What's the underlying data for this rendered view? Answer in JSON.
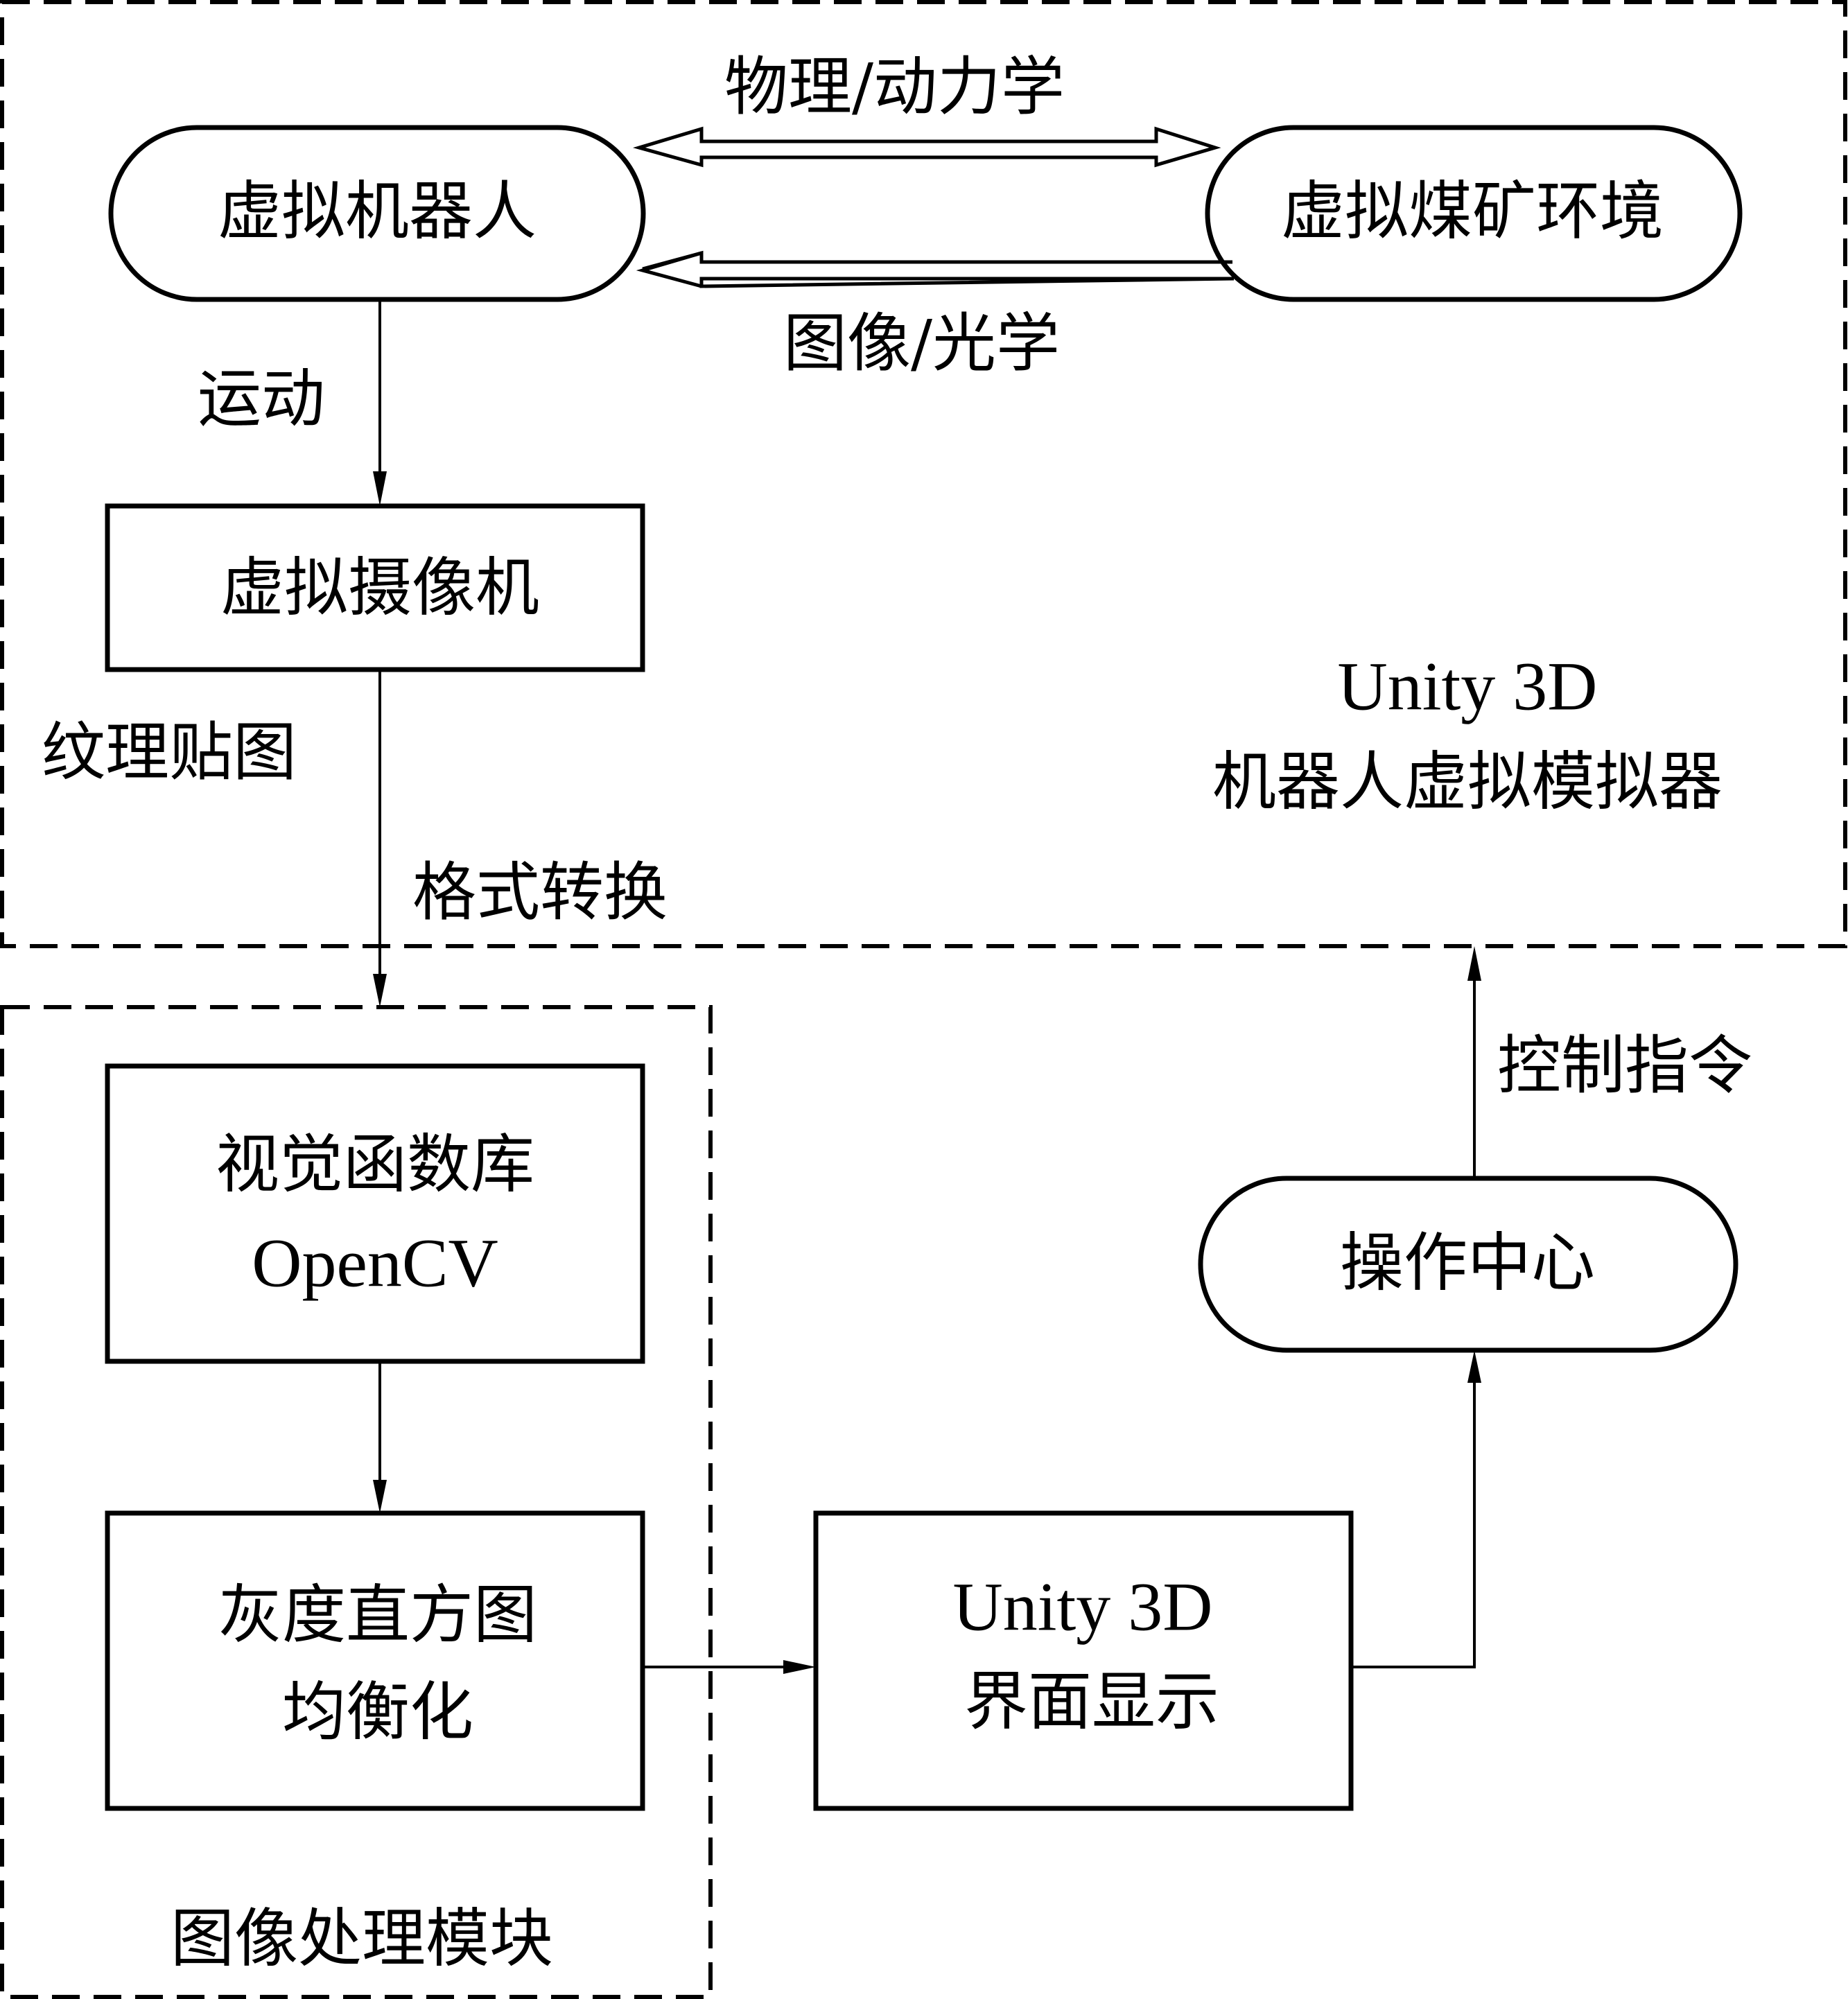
{
  "diagram": {
    "groups": {
      "simulator": {
        "title_line1": "Unity 3D",
        "title_line2": "机器人虚拟模拟器"
      },
      "image_processing": {
        "title": "图像处理模块"
      }
    },
    "nodes": {
      "virtual_robot": {
        "label": "虚拟机器人",
        "shape": "pill"
      },
      "virtual_mine": {
        "label": "虚拟煤矿环境",
        "shape": "pill"
      },
      "virtual_camera": {
        "label": "虚拟摄像机",
        "shape": "rect"
      },
      "opencv": {
        "line1": "视觉函数库",
        "line2": "OpenCV",
        "shape": "rect"
      },
      "histogram": {
        "line1": "灰度直方图",
        "line2": "均衡化",
        "shape": "rect"
      },
      "unity_display": {
        "line1": "Unity 3D",
        "line2": "界面显示",
        "shape": "rect"
      },
      "operation_center": {
        "label": "操作中心",
        "shape": "pill"
      }
    },
    "edges": {
      "physics": {
        "label": "物理/动力学",
        "from": "virtual_robot",
        "to": "virtual_mine",
        "style": "double-hollow-bidirectional"
      },
      "optics": {
        "label": "图像/光学",
        "from": "virtual_mine",
        "to": "virtual_robot",
        "style": "double-hollow"
      },
      "motion": {
        "label": "运动",
        "from": "virtual_robot",
        "to": "virtual_camera"
      },
      "texture": {
        "label": "纹理贴图",
        "from": "virtual_camera",
        "to": "image_processing"
      },
      "format": {
        "label": "格式转换",
        "from": "virtual_camera",
        "to": "image_processing"
      },
      "opencv_to_hist": {
        "label": "",
        "from": "opencv",
        "to": "histogram"
      },
      "hist_to_display": {
        "label": "",
        "from": "histogram",
        "to": "unity_display"
      },
      "display_to_ops": {
        "label": "",
        "from": "unity_display",
        "to": "operation_center"
      },
      "control": {
        "label": "控制指令",
        "from": "operation_center",
        "to": "simulator"
      }
    }
  }
}
